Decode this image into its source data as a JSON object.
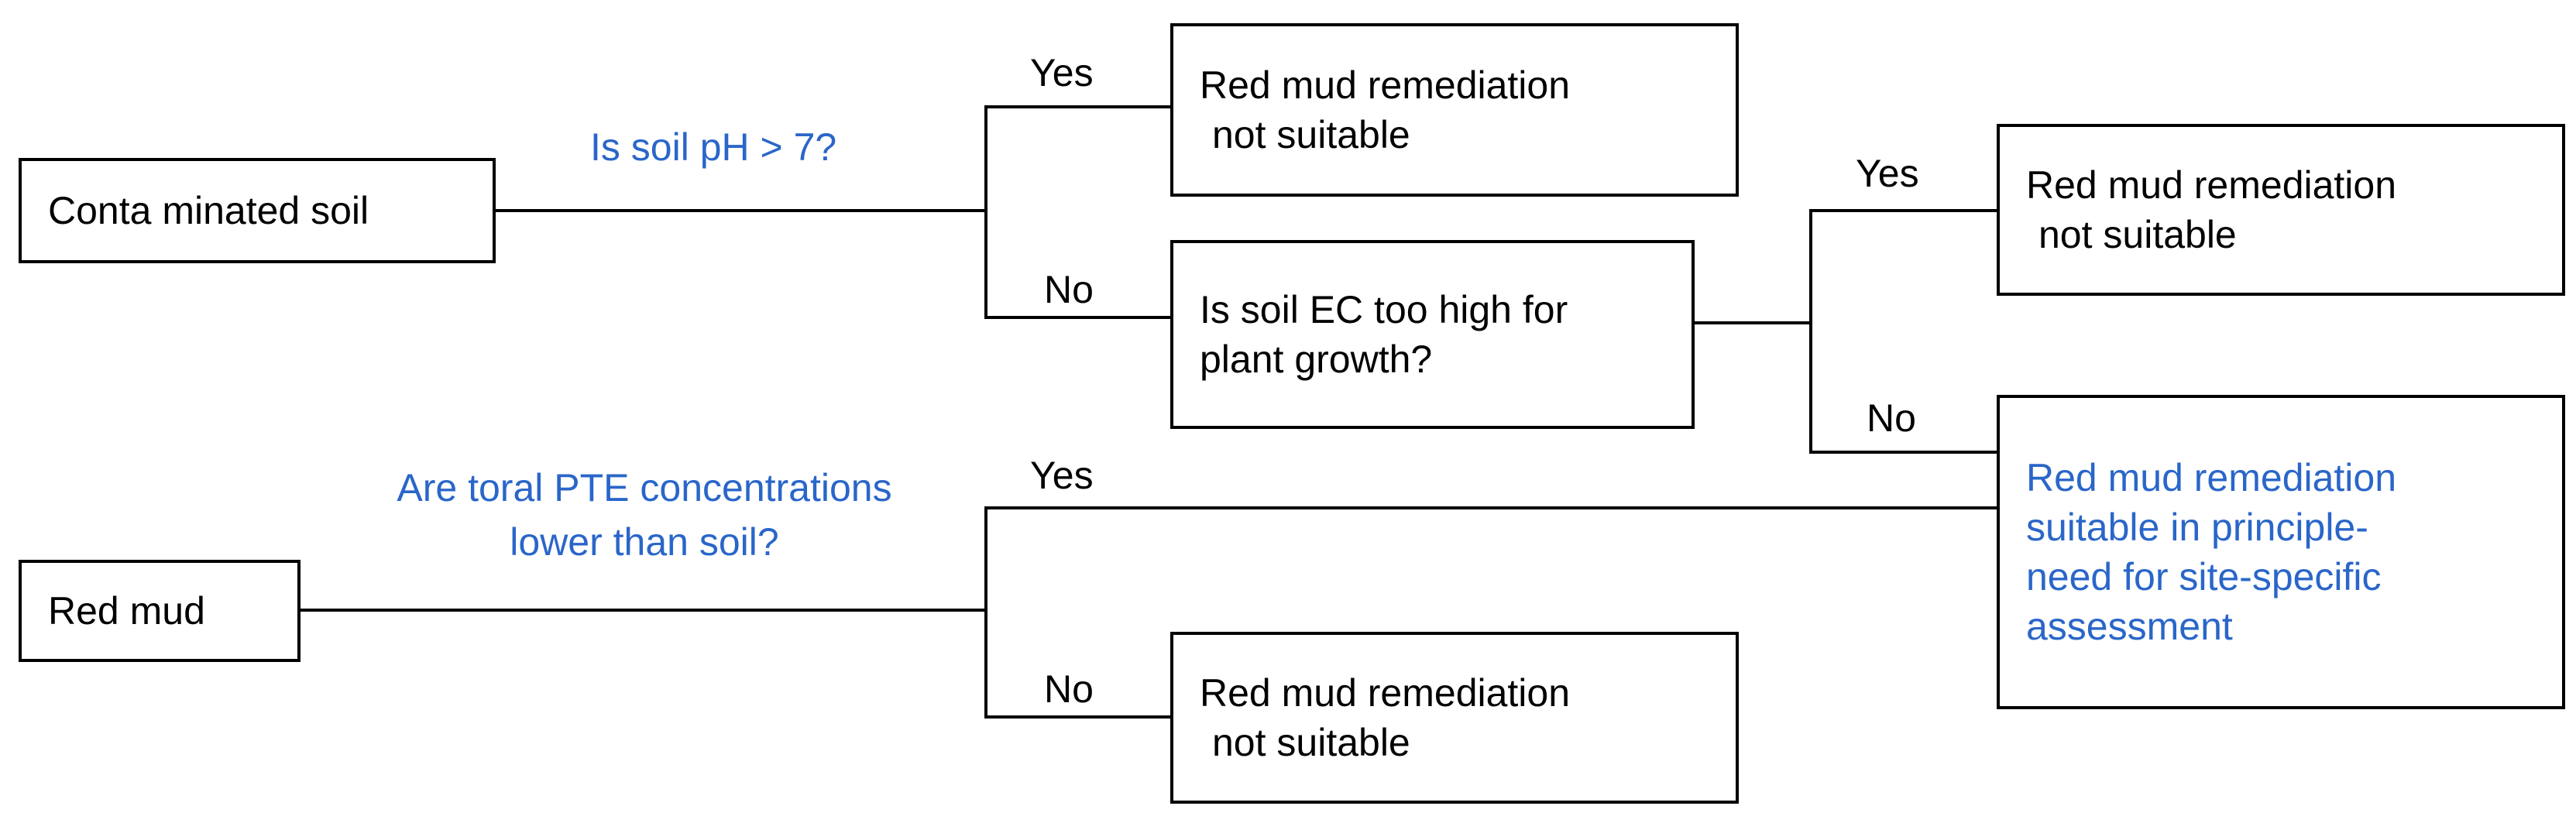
{
  "colors": {
    "question_text": "#2a66c9",
    "box_border": "#000000",
    "text": "#000000",
    "background": "#ffffff"
  },
  "nodes": {
    "contaminated_soil": "Conta minated soil",
    "red_mud": "Red mud",
    "not_suitable_top": [
      "Red mud remediation",
      "not suitable"
    ],
    "ec_question": [
      "Is soil EC too high for",
      "plant growth?"
    ],
    "not_suitable_right": [
      "Red mud remediation",
      "not suitable"
    ],
    "suitable": [
      "Red mud remediation",
      "suitable in principle-",
      "need for site-specific",
      "assessment"
    ],
    "not_suitable_bottom": [
      "Red mud remediation",
      "not suitable"
    ]
  },
  "questions": {
    "ph": "Is soil pH > 7?",
    "pte": [
      "Are toral PTE concentrations",
      "lower than soil?"
    ]
  },
  "branch_labels": {
    "ph_yes": "Yes",
    "ph_no": "No",
    "ec_yes": "Yes",
    "ec_no": "No",
    "pte_yes": "Yes",
    "pte_no": "No"
  }
}
